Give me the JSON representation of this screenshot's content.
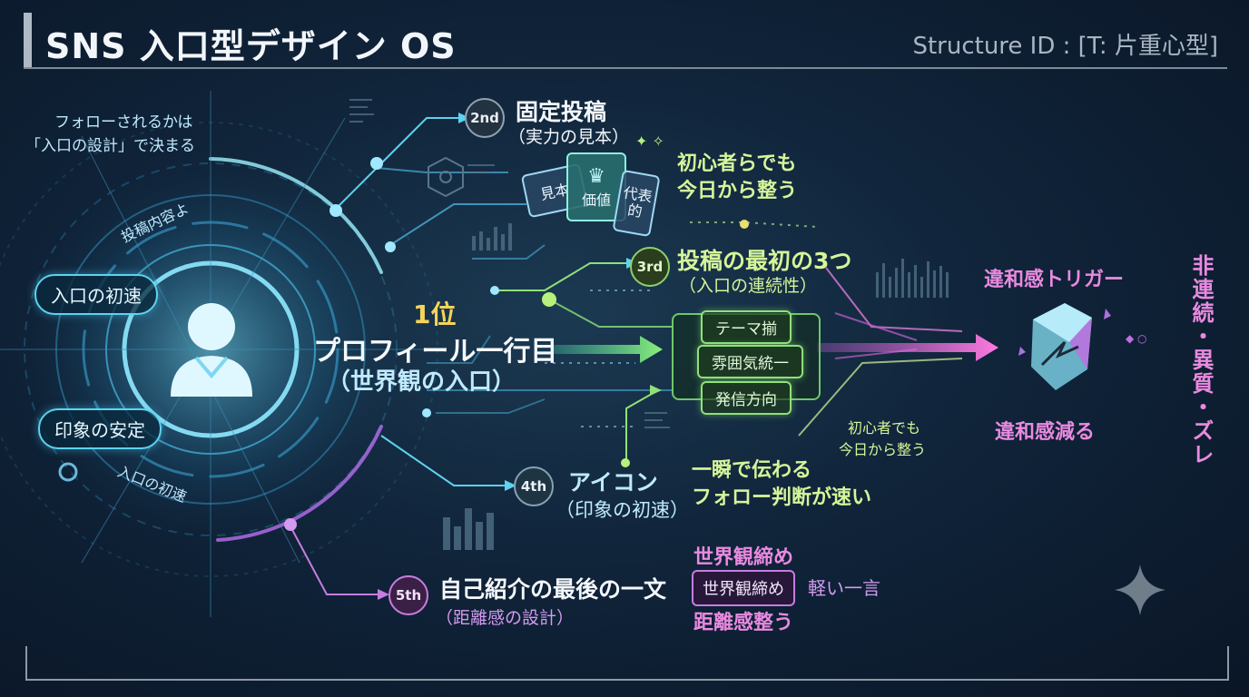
{
  "header": {
    "title": "SNS 入口型デザイン OS",
    "structure_id": "Structure ID : [T: 片重心型]"
  },
  "left": {
    "intro_line1": "フォローされるかは",
    "intro_line2": "「入口の設計」で決まる",
    "orbit_text_1": "投稿内容よ",
    "pill_1": "入口の初速",
    "pill_2": "印象の安定",
    "orbit_text_2": "入口の初速"
  },
  "center": {
    "rank": "1位",
    "headline": "プロフィール一行目",
    "sub": "（世界観の入口）"
  },
  "steps": {
    "second": {
      "badge": "2nd",
      "title": "固定投稿",
      "sub": "（実力の見本）",
      "cards": [
        "見本",
        "価値",
        "代表的"
      ],
      "note_line1": "初心者らでも",
      "note_line2": "今日から整う"
    },
    "third": {
      "badge": "3rd",
      "title": "投稿の最初の3つ",
      "sub": "（入口の連続性）",
      "boxes": [
        "テーマ揃",
        "雰囲気統一",
        "発信方向"
      ],
      "note_line1": "初心者でも",
      "note_line2": "今日から整う"
    },
    "fourth": {
      "badge": "4th",
      "title": "アイコン",
      "sub": "（印象の初速）",
      "note_line1": "一瞬で伝わる",
      "note_line2": "フォロー判断が速い"
    },
    "fifth": {
      "badge": "5th",
      "title": "自己紹介の最後の一文",
      "sub": "（距離感の設計）",
      "top": "世界観締め",
      "box": "世界観締め",
      "side": "軽い一言",
      "bottom": "距離感整う"
    }
  },
  "right": {
    "trigger_title": "違和感トリガー",
    "trigger_sub": "違和感減る",
    "vertical": "非連続・異質・ズレ"
  },
  "colors": {
    "cyan": "#5cd3f0",
    "green": "#8fe07a",
    "pink": "#e98ae0",
    "violet": "#c77de0",
    "yellow": "#f5d45a"
  },
  "icons": [
    "user-avatar-icon",
    "crown-icon",
    "crystal-icon",
    "sparkle-icon",
    "hexagon-icon"
  ]
}
